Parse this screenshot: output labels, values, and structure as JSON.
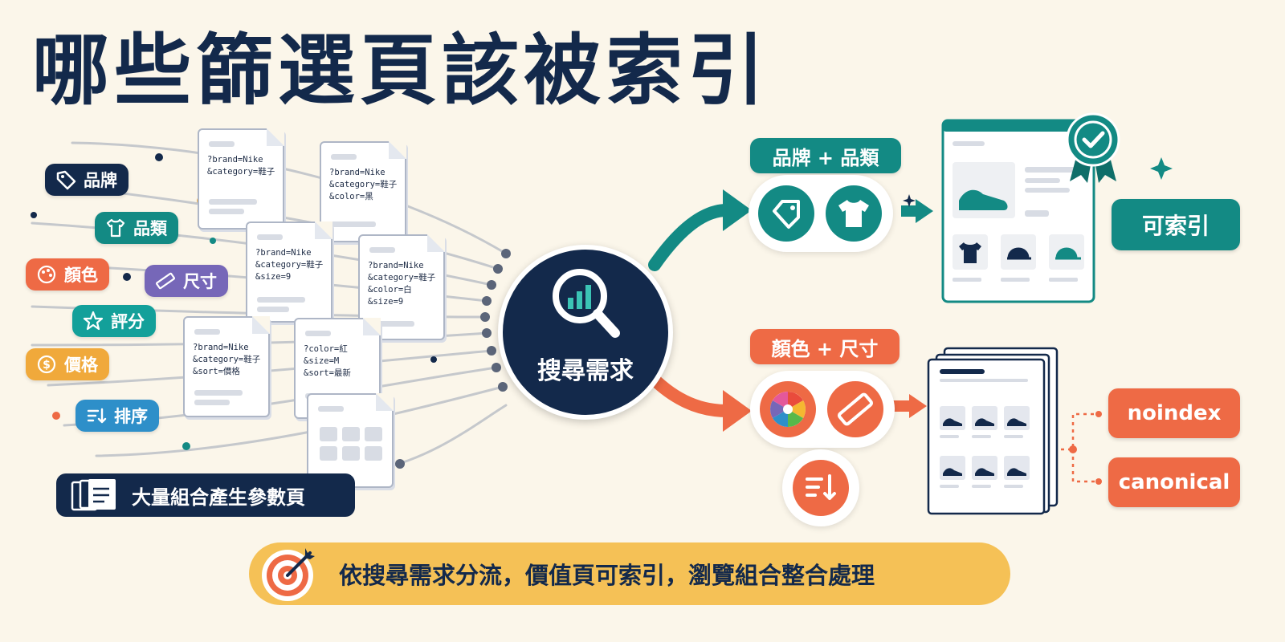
{
  "title": "哪些篩選頁該被索引",
  "filters": [
    {
      "label": "品牌",
      "icon": "tag-icon",
      "color": "#13294b"
    },
    {
      "label": "品類",
      "icon": "tshirt-icon",
      "color": "#138a84"
    },
    {
      "label": "顏色",
      "icon": "palette-icon",
      "color": "#ee6a45"
    },
    {
      "label": "尺寸",
      "icon": "ruler-icon",
      "color": "#7667b8"
    },
    {
      "label": "評分",
      "icon": "star-icon",
      "color": "#13a09a"
    },
    {
      "label": "價格",
      "icon": "dollar-icon",
      "color": "#f0a93b"
    },
    {
      "label": "排序",
      "icon": "sort-icon",
      "color": "#2e8fc9"
    }
  ],
  "param_pages": [
    "?brand=Nike\n&category=鞋子",
    "?brand=Nike\n&category=鞋子\n&color=黑",
    "?brand=Nike\n&category=鞋子\n&size=9",
    "?brand=Nike\n&category=鞋子\n&color=白\n&size=9",
    "?brand=Nike\n&category=鞋子\n&sort=價格",
    "?color=紅\n&size=M\n&sort=最新"
  ],
  "params_banner": "大量組合產生參數頁",
  "hub_label": "搜尋需求",
  "branches": {
    "indexable": {
      "tag": "品牌 + 品類",
      "result": "可索引",
      "color": "#138a84"
    },
    "consolidate": {
      "tag": "顏色 + 尺寸",
      "results": [
        "noindex",
        "canonical"
      ],
      "color": "#ee6a45"
    }
  },
  "footer": "依搜尋需求分流，價值頁可索引，瀏覽組合整合處理"
}
